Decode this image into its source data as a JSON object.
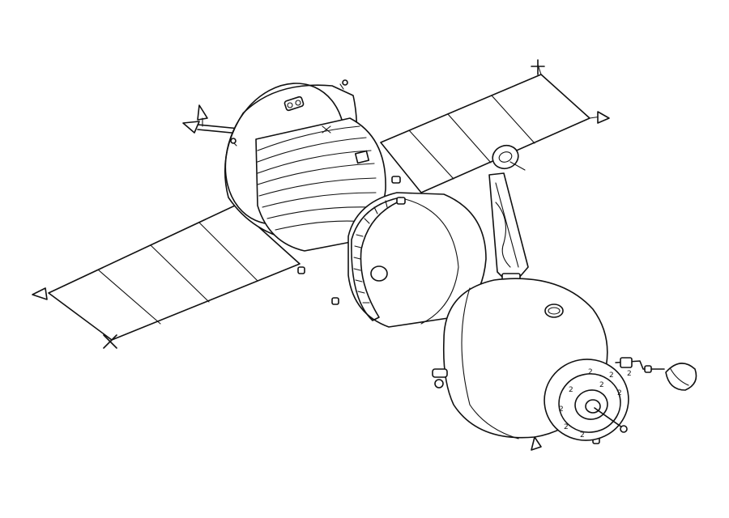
{
  "image": {
    "style": "black line art on white background",
    "subject_visible": "spacecraft with two solar panel wings",
    "colors": {
      "background": "#ffffff",
      "line": "#111111"
    }
  },
  "hatch_marks": [
    "2",
    "2",
    "2",
    "2",
    "2",
    "2",
    "2",
    "2",
    "2"
  ]
}
